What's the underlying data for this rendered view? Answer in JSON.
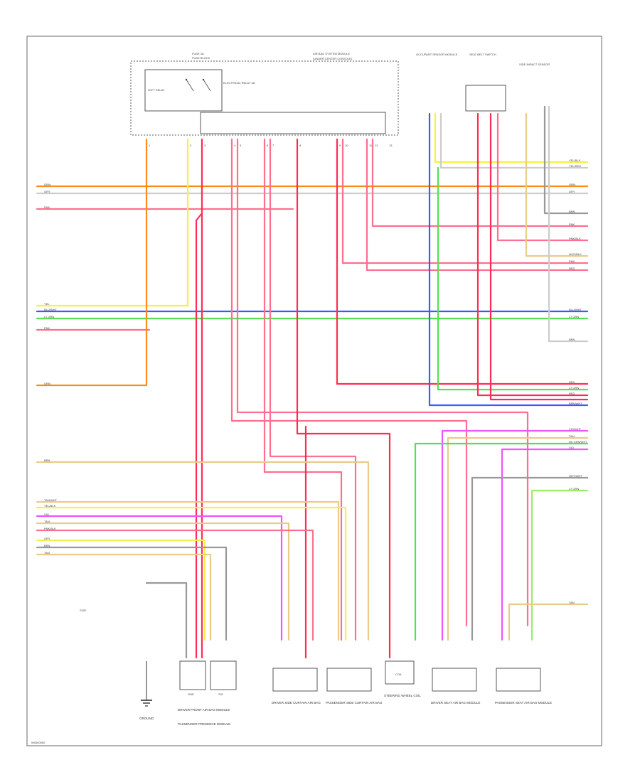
{
  "page": {
    "footer_code": "W0000000"
  },
  "colors": {
    "orange": "#ff8c1a",
    "pink": "#ff6f8f",
    "red": "#ff2d55",
    "yellow": "#f5f04a",
    "blue": "#3a5cff",
    "green": "#55e055",
    "light_green": "#99ee66",
    "violet": "#ee55ff",
    "tan": "#e8cc88",
    "gray": "#999999",
    "light_gray": "#cccccc"
  },
  "top_box": {
    "fuse_title": "FUSE 3A",
    "fuse_sub": "FUSE BLOCK",
    "relay_left": "LEFT RELAY",
    "relay_right": "ELECTRICAL RELAY 4A",
    "module_title": "AIR BAG SYSTEM MODULE",
    "module_sub": "(UNDER CENTER CONSOLE)",
    "pins": [
      "1",
      "2",
      "3",
      "4",
      "5",
      "6",
      "7",
      "8",
      "9",
      "10",
      "11",
      "12",
      "13"
    ]
  },
  "sensors_top": [
    {
      "id": "s1",
      "label": "OCCUPANT SENSOR MODULE"
    },
    {
      "id": "s2",
      "label": "SEAT BELT SWITCH"
    },
    {
      "id": "s3",
      "label": "SIDE IMPACT SENSOR"
    }
  ],
  "right_labels": [
    "YEL/BLK",
    "YEL/RED",
    "ORN",
    "GRY",
    "BRN",
    "PNK",
    "PNK/BLK",
    "WHT/BLK",
    "PNK",
    "RED",
    "BLU/WHT",
    "LT GRN",
    "BRN",
    "RED",
    "LT GRN",
    "RED",
    "BRN/WHT",
    "VIO/WHT",
    "TAN",
    "DK GRN/WHT",
    "VIO",
    "GRY/WHT",
    "LT GRN",
    "TAN"
  ],
  "left_labels": [
    "ORN",
    "GRY",
    "PNK",
    "YEL",
    "BLU/WHT",
    "LT GRN",
    "PNK",
    "ORN",
    "BRN",
    "TAN/WHT",
    "YEL/BLK",
    "VIO",
    "TAN",
    "PNK/BLK",
    "GRY",
    "BRN",
    "TAN"
  ],
  "bottom_components": [
    {
      "id": "c1",
      "label": "DRIVER FRONT AIR BAG MODULE"
    },
    {
      "id": "c2",
      "label": "PASSENGER PRESENCE MODULE"
    },
    {
      "id": "c3",
      "label": "DRIVER SIDE CURTAIN AIR BAG"
    },
    {
      "id": "c4",
      "label": "PASSENGER SIDE CURTAIN AIR BAG"
    },
    {
      "id": "c5",
      "label": "STEERING WHEEL COIL"
    },
    {
      "id": "c6",
      "label": "DRIVER SEAT AIR BAG MODULE"
    },
    {
      "id": "c7",
      "label": "PASSENGER SEAT AIR BAG MODULE"
    }
  ],
  "ground_label": "GROUND",
  "splice_label": "S202",
  "c1_tag": "GND",
  "c2_tag": "SIG",
  "c5_tag": "COIL"
}
